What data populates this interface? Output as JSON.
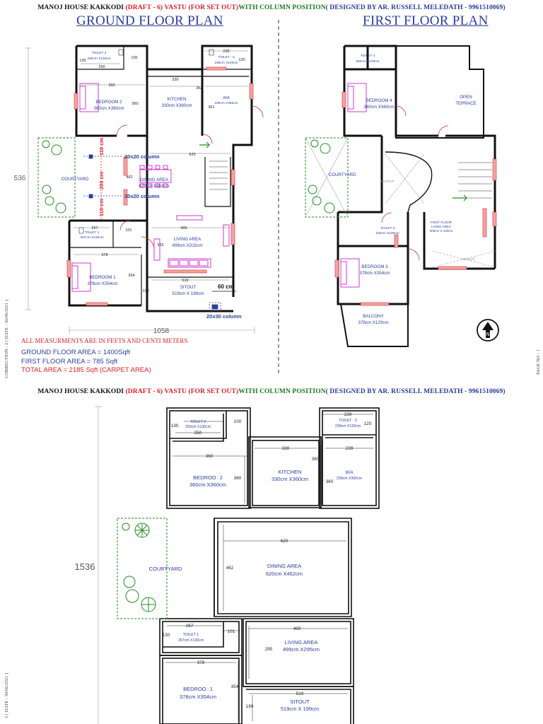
{
  "header": {
    "part1": "MANOJ HOUSE KAKKODI ",
    "part2": "(DRAFT - 6) ",
    "part3": "VASTU (FOR SET OUT)",
    "part4": "WITH COLUMN POSITION",
    "part5": "( DESIGNED BY AR. RUSSELL MELEDATH - 9961510069)"
  },
  "ground_title": "GROUND FLOOR PLAN",
  "first_title": "FIRST FLOOR PLAN",
  "ground_rooms": {
    "toilet2": "TOILET 2",
    "toilet2_dim": "250cm X130cm",
    "toilet0": "TOILET - 0",
    "toilet0_dim": "239cm X120cm",
    "bedroom2": "BEDROOM 2",
    "bedroom2_dim": "360cm X360cm",
    "kitchen": "KITCHEN",
    "kitchen_dim": "330cm X360cm",
    "wa": "W/A",
    "wa_dim": "239cm X360cm",
    "courtyard": "COURTYARD",
    "dining": "DINING AREA",
    "dining_dim": "620cm X462cm",
    "toilet1": "TOILET 1",
    "toilet1_dim": "267cm X130cm",
    "living": "LIVING AREA",
    "living_dim": "499cm X315cm",
    "bedroom1": "BEDROOM 1",
    "bedroom1_dim": "378cm X354cm",
    "sitout": "SITOUT",
    "sitout_dim": "519cm X 199cm"
  },
  "ground_dims": {
    "d239": "239",
    "d130": "130",
    "d100": "100",
    "d250": "250",
    "d120": "120",
    "d360a": "360",
    "d330": "330",
    "d362": "362",
    "d360b": "360",
    "d361": "361",
    "d620": "620",
    "d462": "462",
    "d267": "267",
    "d101": "101",
    "d499": "499",
    "d378": "378",
    "d315": "315",
    "d354": "354",
    "d519": "519",
    "d199": "199",
    "d536": "536",
    "d1058": "1058"
  },
  "columns": {
    "c1": "20x20 column",
    "c2": "20x20 column",
    "c3": "20x30 column",
    "v110a": "110 cm",
    "v200": "200 cm",
    "v110b": "110 cm",
    "gap60": "60 cm"
  },
  "first_rooms": {
    "toilet4": "TOILET 4",
    "toilet4_dim": "250cm X130cm",
    "bedroom4": "BEDROOM 4",
    "bedroom4_dim": "360cm X360cm",
    "open": "OPEN",
    "terrace": "TERRACE",
    "courtyard": "COURTYARD",
    "cutout1": "CUTOUT",
    "cutout2": "CUTOUT",
    "toilet3": "TOILET 3",
    "toilet3_dim": "220cm X130cm",
    "ffliving1": "FIRST FLOOR",
    "ffliving2": "LIVING AREA",
    "ffliving_dim": "300cm X 240cm",
    "bedroom3": "BEDROOM 3",
    "bedroom3_dim": "378cm X354cm",
    "balcony": "BALCONY",
    "balcony_dim": "378cm X120cm",
    "north": "N"
  },
  "notes": {
    "measure": "ALL MEASURMENTS ARE IN FEETS AND CENTI METERS",
    "gfa": "GROUND FLOOR AREA = 1400Sqft",
    "ffa": "FIRST FLOOR AREA =  785 Sqft",
    "total": "TOTAL AREA = 2185 Sqft (CARPET AREA)"
  },
  "side": {
    "correction": "CORRECTION - 2 ( DATE - 30/06/2021 )",
    "correction_b": "2 ( DATE - 30/06/2021 )",
    "page": "PAGE NO - 1"
  },
  "zoom_rooms": {
    "toilet2": "TOILET 2",
    "toilet2_dim": "250cm X130cm",
    "toilet0": "TOILET - 0",
    "toilet0_dim": "239cm X120cm",
    "bedroom2": "BEDROO : 2",
    "bedroom2_dim": "360cm X360cm",
    "kitchen": "KITCHEN",
    "kitchen_dim": "330cm X360cm",
    "wa": "W/A",
    "wa_dim": "239cm X360cm",
    "courtyard": "COURTYARD",
    "dining": "DINING AREA",
    "dining_dim": "620cm X462cm",
    "toilet1": "TOILET 1",
    "toilet1_dim": "267cm X130cm",
    "living": "LIVING AREA",
    "living_dim": "499cm X295cm",
    "bedroom1": "BEDROO : 1",
    "bedroom1_dim": "378cm X354cm",
    "sitout": "SITOUT",
    "sitout_dim": "519cm X 199cm"
  },
  "zoom_dims": {
    "d239": "239",
    "d130a": "130",
    "d100": "100",
    "d250": "250",
    "d120": "120",
    "d360a": "360",
    "d330": "330",
    "d360b": "360",
    "d360c": "360",
    "d239b": "239",
    "d360d": "360",
    "d620": "620",
    "d462": "462",
    "d267": "267",
    "d130b": "130",
    "d101": "101",
    "d499": "499",
    "d295": "295",
    "d378": "378",
    "d354": "354",
    "d519": "519",
    "d199": "199",
    "d1536": "1536"
  },
  "colors": {
    "wall": "#111111",
    "label": "#2c3d9c",
    "red": "#e0212a",
    "green": "#1f8f1f",
    "magenta": "#d23ad2"
  }
}
